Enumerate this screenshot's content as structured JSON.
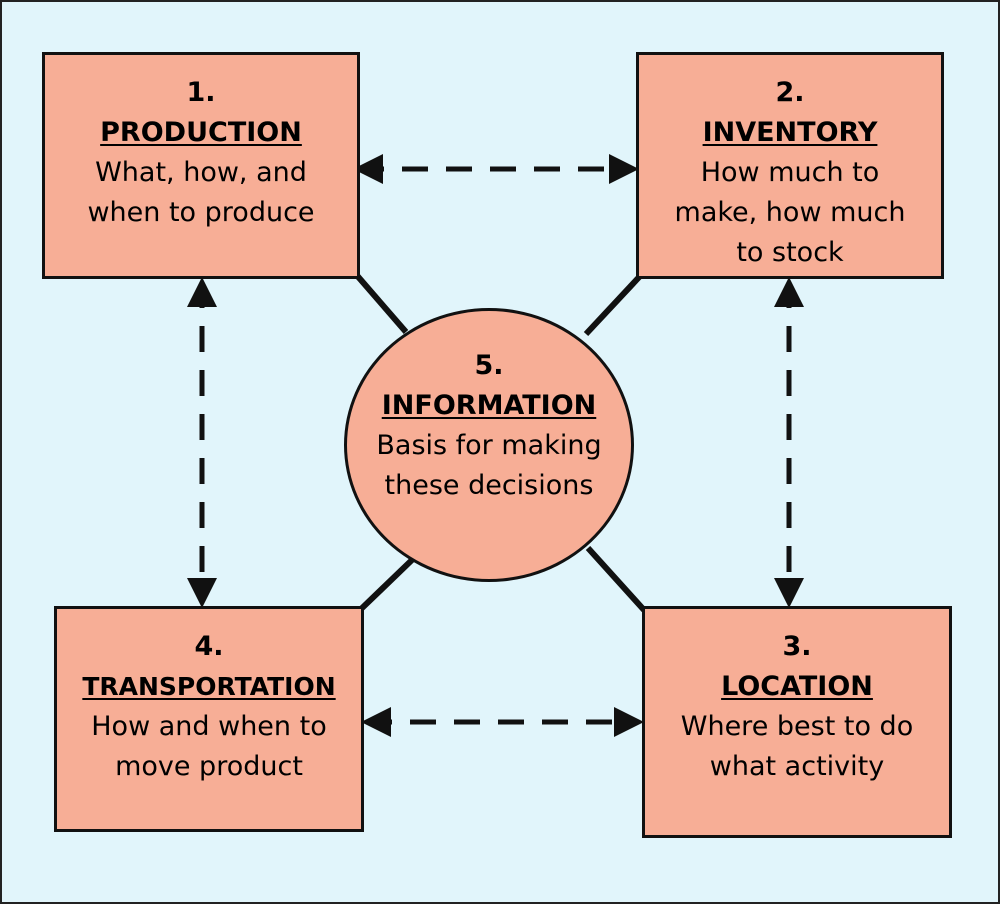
{
  "colors": {
    "background": "#e1f5fb",
    "box_fill": "#f7ae96",
    "outline": "#111111"
  },
  "boxes": {
    "production": {
      "number": "1.",
      "title": "PRODUCTION",
      "description": "What, how, and\nwhen to produce"
    },
    "inventory": {
      "number": "2.",
      "title": "INVENTORY",
      "description": "How much to\nmake, how much\nto stock"
    },
    "location": {
      "number": "3.",
      "title": "LOCATION",
      "description": "Where best to do\nwhat activity"
    },
    "transportation": {
      "number": "4.",
      "title": "TRANSPORTATION",
      "description": "How and when to\nmove product"
    },
    "information": {
      "number": "5.",
      "title": "INFORMATION",
      "description": "Basis for making\nthese decisions"
    }
  },
  "connections": {
    "dashed_double_arrows": [
      [
        "production",
        "inventory"
      ],
      [
        "inventory",
        "location"
      ],
      [
        "location",
        "transportation"
      ],
      [
        "transportation",
        "production"
      ]
    ],
    "solid_links": [
      [
        "information",
        "production"
      ],
      [
        "information",
        "inventory"
      ],
      [
        "information",
        "location"
      ],
      [
        "information",
        "transportation"
      ]
    ]
  }
}
